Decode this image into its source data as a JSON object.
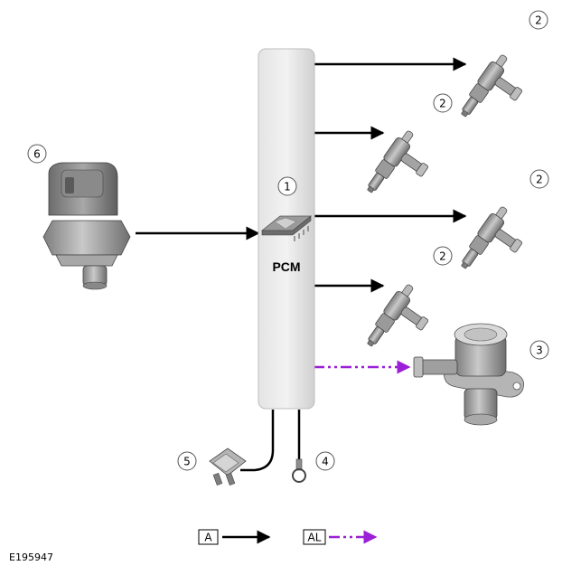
{
  "module": {
    "label": "PCM",
    "callout": "1",
    "icon": "pcm-chip-icon"
  },
  "components": [
    {
      "id": "injector-1",
      "callout": "2",
      "icon": "fuel-injector-icon"
    },
    {
      "id": "injector-2",
      "callout": "2",
      "icon": "fuel-injector-icon"
    },
    {
      "id": "injector-3",
      "callout": "2",
      "icon": "fuel-injector-icon"
    },
    {
      "id": "injector-4",
      "callout": "2",
      "icon": "fuel-injector-icon"
    },
    {
      "id": "high-pressure-pump",
      "callout": "3",
      "icon": "fuel-pump-icon"
    },
    {
      "id": "ground",
      "callout": "4",
      "icon": "ground-ring-terminal-icon"
    },
    {
      "id": "fuse",
      "callout": "5",
      "icon": "fuse-icon"
    },
    {
      "id": "pressure-sensor",
      "callout": "6",
      "icon": "pressure-sensor-icon"
    }
  ],
  "legend": [
    {
      "key": "A",
      "line_style": "solid",
      "color": "#000000"
    },
    {
      "key": "AL",
      "line_style": "dash-dot-dot",
      "color": "#9b1fd6"
    }
  ],
  "reference": "E195947",
  "colors": {
    "module_fill": "#dcdcdc",
    "signal_solid": "#000000",
    "signal_dashed": "#9b1fd6",
    "component_gray": "#9a9a9a"
  }
}
